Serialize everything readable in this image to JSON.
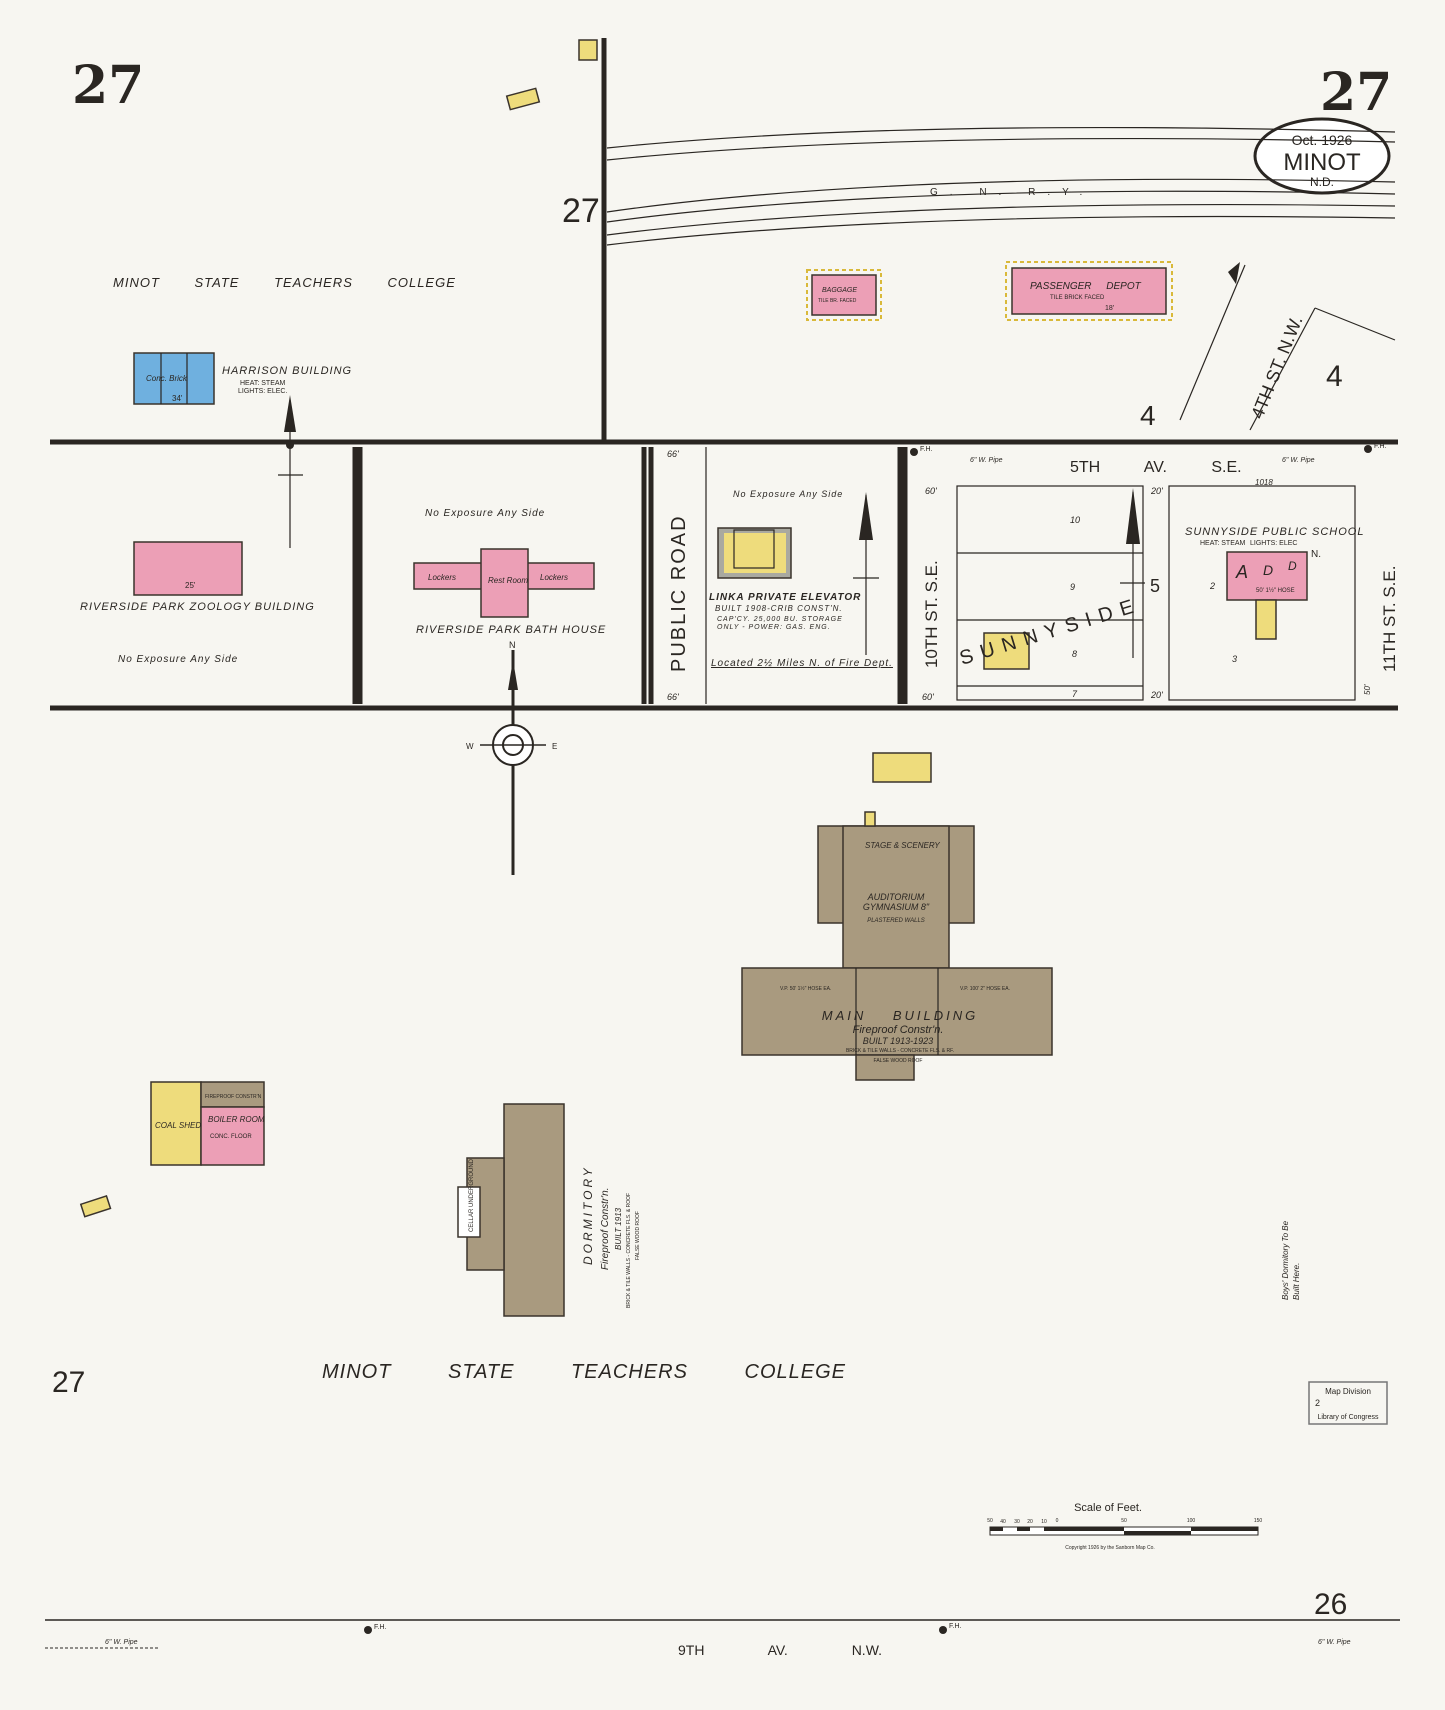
{
  "sheet": {
    "number_top_left": "27",
    "number_top_right": "27",
    "date": "Oct. 1926",
    "city": "MINOT",
    "state": "N.D."
  },
  "colors": {
    "paper": "#f7f6f1",
    "brick": "#ec9fb6",
    "frame": "#eedc7c",
    "stone": "#6fb0df",
    "fireproof": "#a99a7f",
    "ink": "#2a2622"
  },
  "railroad": {
    "label": "G. N. R.Y."
  },
  "adjacent_sheets": {
    "mid_top": "27",
    "right_upper_a": "4",
    "right_upper_b": "4",
    "sunnyside_block": "5",
    "left_bottom": "27",
    "right_bottom": "26"
  },
  "labels": {
    "college_top": "MINOT STATE TEACHERS COLLEGE",
    "college_bottom": "MINOT STATE TEACHERS COLLEGE",
    "no_exposure_1": "No Exposure Any Side",
    "no_exposure_2": "No Exposure Any Side",
    "no_exposure_3": "No Exposure Any Side",
    "boys_dorm_line1": "Boys' Dormitory To Be",
    "boys_dorm_line2": "Built Here.",
    "sunnyside_addition": "SUNNYSIDE"
  },
  "streets": {
    "public_road": "PUBLIC ROAD",
    "fifth_av": "5TH AV. S.E.",
    "tenth_st": "10TH ST. S.E.",
    "eleventh_st": "11TH ST. S.E.",
    "fourth_st": "4TH ST. N.W.",
    "ninth_av": "9TH AV. N.W.",
    "water_pipe": "6\" W. Pipe",
    "hydrant": "F.H.",
    "width_60": "60'",
    "width_66": "66'",
    "width_20": "20'",
    "width_50": "50'"
  },
  "buildings": {
    "harrison": {
      "name": "HARRISON BUILDING",
      "heat": "HEAT: STEAM",
      "lights": "LIGHTS: ELEC.",
      "construction": "Conc. Brick",
      "height": "34'"
    },
    "zoology": {
      "name": "RIVERSIDE PARK ZOOLOGY BUILDING",
      "height": "25'"
    },
    "bath_house": {
      "name": "RIVERSIDE PARK BATH HOUSE",
      "lockers_left": "Lockers",
      "lockers_right": "Lockers",
      "rest_room": "Rest Room"
    },
    "baggage": {
      "name": "BAGGAGE",
      "note": "TILE BR. FACED"
    },
    "depot": {
      "name": "PASSENGER DEPOT",
      "note": "TILE BRICK FACED",
      "height": "18'"
    },
    "elevator": {
      "name": "LINKA PRIVATE ELEVATOR",
      "built": "BUILT 1908-CRIB CONST'N.",
      "capacity": "CAP'CY. 25,000 BU. STORAGE",
      "power": "ONLY - POWER: GAS. ENG.",
      "location": "Located 2½ Miles N. of Fire Dept."
    },
    "sunnyside_school": {
      "name": "SUNNYSIDE PUBLIC SCHOOL",
      "heat": "HEAT: STEAM",
      "lights": "LIGHTS: ELEC",
      "address": "1018",
      "mark_a": "A",
      "mark_d1": "D",
      "mark_d2": "D",
      "hose": "50' 1½\" HOSE",
      "north": "N."
    },
    "main": {
      "stage": "STAGE & SCENERY",
      "auditorium": "AUDITORIUM",
      "gymnasium": "GYMNASIUM 8\"",
      "walls": "PLASTERED WALLS",
      "name": "MAIN BUILDING",
      "construction": "Fireproof Constr'n.",
      "built": "BUILT 1913-1923",
      "materials": "BRICK & TILE WALLS - CONCRETE FLS. & RF.",
      "roof": "FALSE WOOD ROOF",
      "hose_left": "V.P. 50' 1½\" HOSE EA.",
      "hose_right": "V.P. 100' 2\" HOSE EA."
    },
    "dormitory": {
      "name": "DORMITORY",
      "construction": "Fireproof Constr'n.",
      "built": "BUILT 1913",
      "materials": "BRICK & TILE WALLS - CONCRETE FLS. & ROOF",
      "roof": "FALSE WOOD ROOF",
      "cellar": "CELLAR UNDERGROUND"
    },
    "boiler": {
      "coal_shed": "COAL SHED",
      "boiler_room": "BOILER ROOM",
      "floor": "CONC. FLOOR",
      "fireproof": "FIREPROOF CONSTR'N"
    }
  },
  "lots": [
    "10",
    "9",
    "8",
    "7",
    "2",
    "3"
  ],
  "compass": {
    "north": "N",
    "west": "W",
    "east": "E"
  },
  "scale": {
    "title": "Scale of Feet.",
    "ticks": [
      "50",
      "40",
      "30",
      "20",
      "10",
      "0",
      "50",
      "100",
      "150"
    ],
    "copyright": "Copyright 1926 by the Sanborn Map Co."
  },
  "stamp": {
    "line1": "Map Division",
    "line2": "2",
    "line3": "Library of Congress"
  }
}
